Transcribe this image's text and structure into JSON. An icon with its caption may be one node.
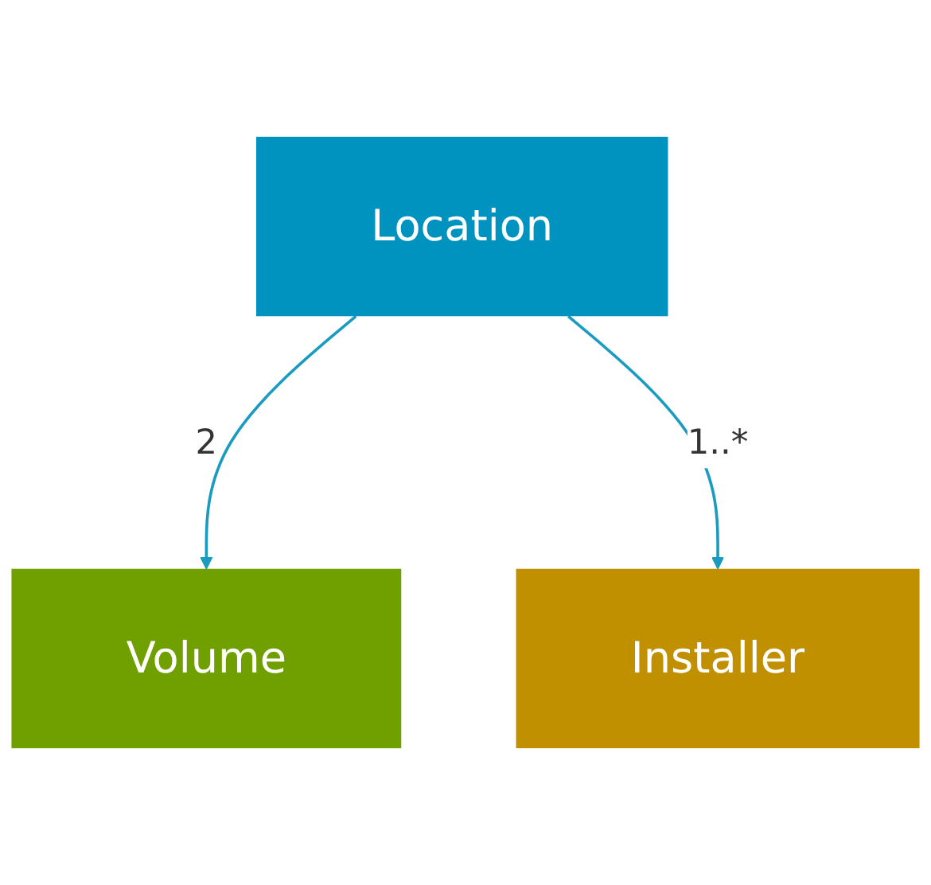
{
  "diagram": {
    "nodes": [
      {
        "text": [
          "Location"
        ]
      },
      {
        "text": [
          "Volume"
        ]
      },
      {
        "text": [
          "Installer"
        ]
      }
    ],
    "edges": [
      {
        "from": 0,
        "to": 1,
        "arrow": "to",
        "label": "2"
      },
      {
        "from": 0,
        "to": 2,
        "arrow": "to",
        "label": "1..*"
      }
    ]
  }
}
